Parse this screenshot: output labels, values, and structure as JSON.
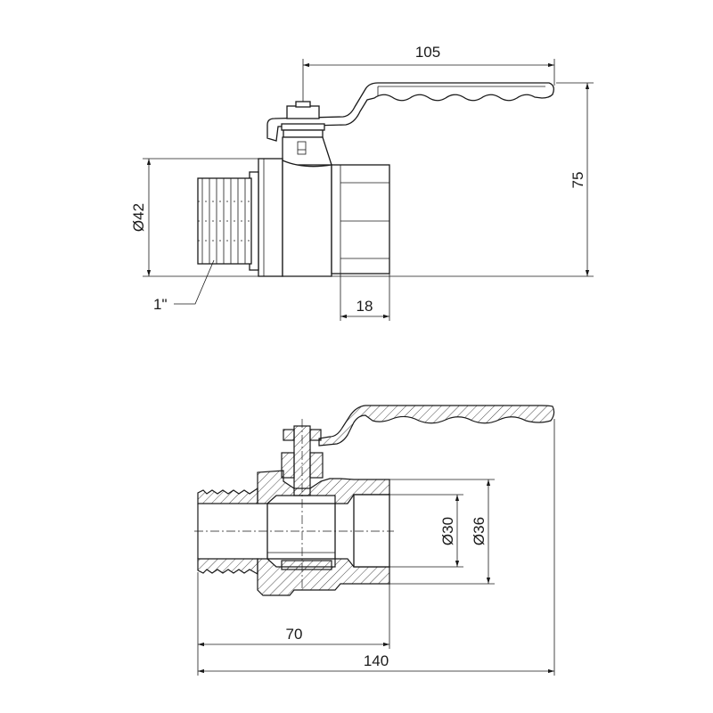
{
  "drawing": {
    "top_view": {
      "dimensions": {
        "handle_length": "105",
        "height": "75",
        "diameter": "Ø42",
        "hex_length": "18",
        "thread_size": "1\""
      }
    },
    "section_view": {
      "dimensions": {
        "bore_inner": "Ø30",
        "bore_outer": "Ø36",
        "half_length": "70",
        "total_length": "140"
      }
    }
  }
}
